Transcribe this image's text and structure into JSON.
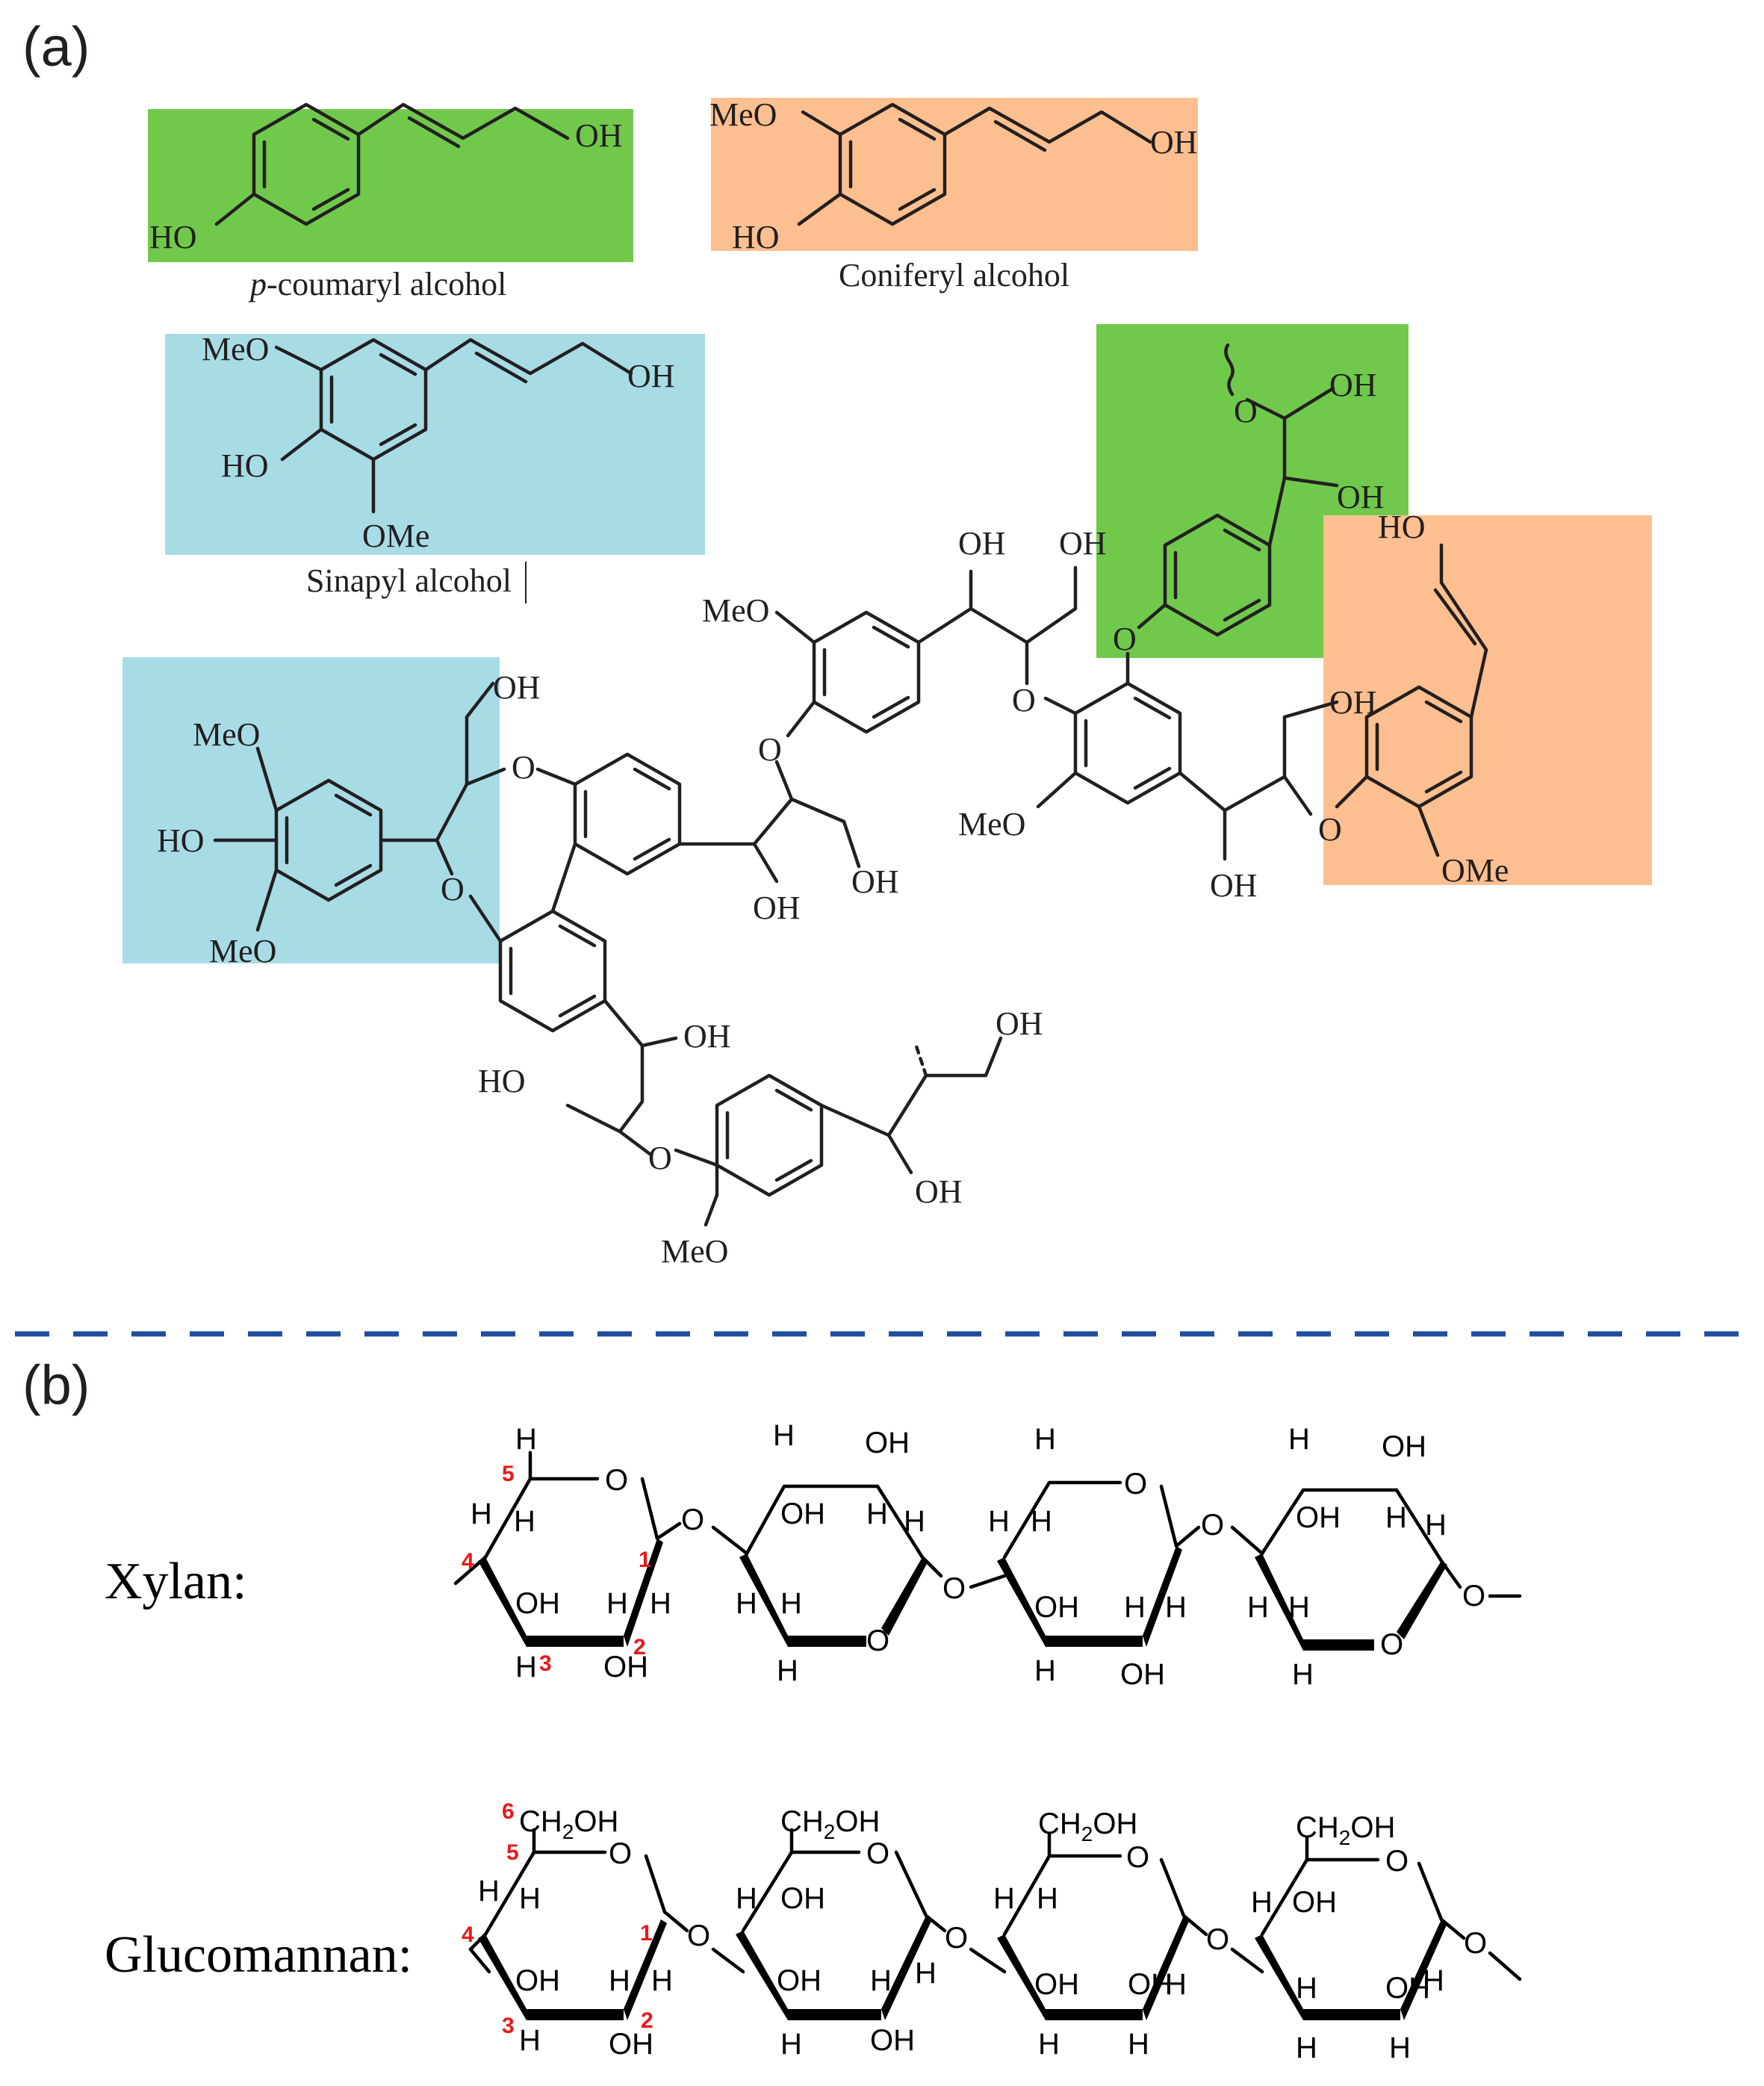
{
  "panels": {
    "a": "(a)",
    "b": "(b)"
  },
  "highlight_colors": {
    "green": "#71c94c",
    "orange": "#fdbf8f",
    "blue": "#a8dce5",
    "divider": "#1f4e9e",
    "locant": "#e8191c"
  },
  "monomers": {
    "coumaryl": {
      "oh": "OH",
      "ho": "HO",
      "name_prefix": "p",
      "name_rest": "-coumaryl alcohol"
    },
    "coniferyl": {
      "meo": "MeO",
      "oh": "OH",
      "ho": "HO",
      "name": "Coniferyl alcohol"
    },
    "sinapyl": {
      "meo": "MeO",
      "oh": "OH",
      "ho": "HO",
      "ome": "OMe",
      "name": "Sinapyl alcohol"
    }
  },
  "lignin_labels": {
    "oh": "OH",
    "ho": "HO",
    "meo": "MeO",
    "ome": "OMe",
    "o": "O"
  },
  "xylan": {
    "label": "Xylan:"
  },
  "glucomannan": {
    "label": "Glucomannan:"
  },
  "sugar_labels": {
    "h": "H",
    "oh": "OH",
    "o": "O",
    "ch2oh_a": "CH",
    "ch2oh_sub": "2",
    "ch2oh_b": "OH"
  },
  "locants": [
    "1",
    "2",
    "3",
    "4",
    "5",
    "6"
  ]
}
